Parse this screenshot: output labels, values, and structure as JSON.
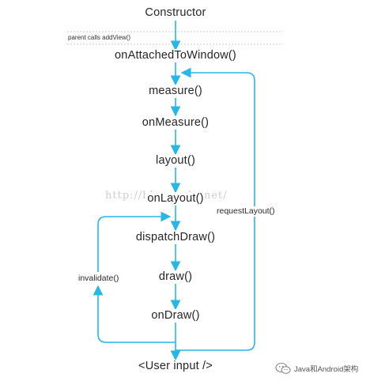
{
  "flow": {
    "steps": [
      "Constructor",
      "onAttachedToWindow()",
      "measure()",
      "onMeasure()",
      "layout()",
      "onLayout()",
      "dispatchDraw()",
      "draw()",
      "onDraw()",
      "<User input />"
    ],
    "note": "parent calls addView()",
    "request_layout": "requestLayout()",
    "invalidate": "invalidate()"
  },
  "watermark": "http://blog.csdn.net/",
  "brand": {
    "text": "Java和Android架构",
    "icon": "wechat-icon"
  },
  "colors": {
    "arrow": "#29b6e6",
    "text": "#262626",
    "divider": "#bdbdbd"
  }
}
